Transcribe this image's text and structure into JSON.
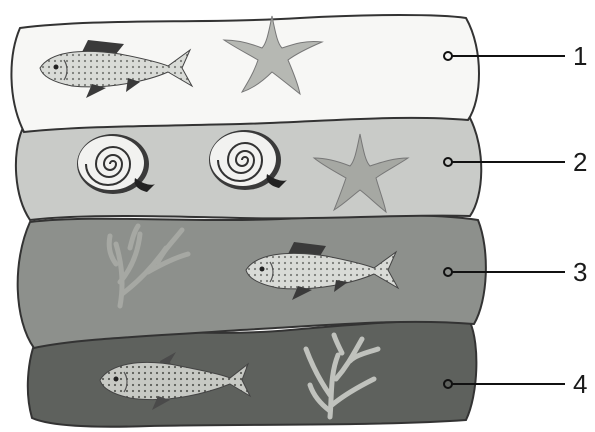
{
  "layers": [
    {
      "number": "1",
      "fill": "#f7f7f5",
      "fossils": [
        "fish",
        "starfish"
      ]
    },
    {
      "number": "2",
      "fill": "#c9cbc8",
      "fossils": [
        "snail-shell",
        "snail-shell",
        "starfish"
      ]
    },
    {
      "number": "3",
      "fill": "#8d908c",
      "fossils": [
        "seaweed",
        "fish"
      ]
    },
    {
      "number": "4",
      "fill": "#5e615d",
      "fossils": [
        "fish",
        "seaweed"
      ]
    }
  ],
  "colors": {
    "outline": "#333333",
    "fossil_fill": "#d4d6d2",
    "fossil_dark": "#3a3a3a",
    "leader_line": "#111111"
  }
}
